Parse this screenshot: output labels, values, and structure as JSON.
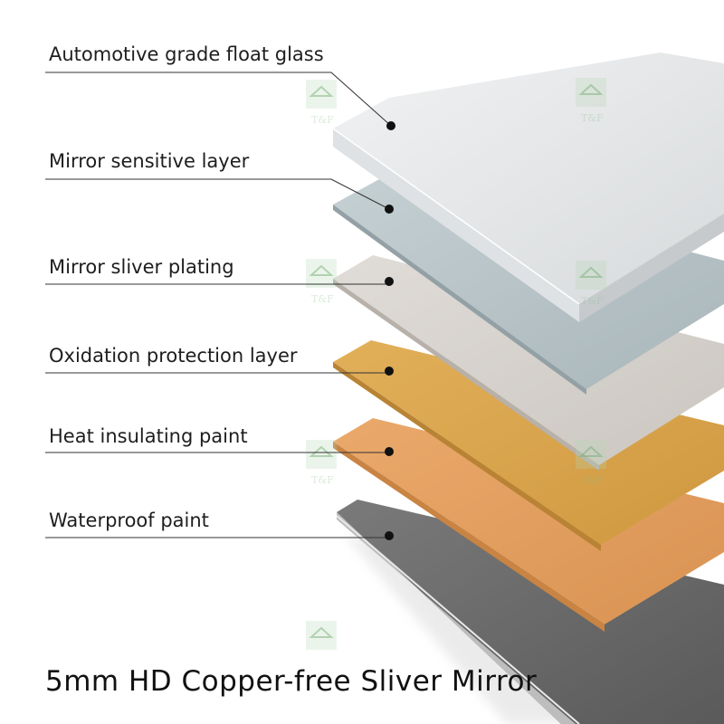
{
  "layers": [
    {
      "name": "Automotive grade float glass",
      "color": "#e6e8ea"
    },
    {
      "name": "Mirror sensitive layer",
      "color": "#b9c4c8"
    },
    {
      "name": "Mirror sliver plating",
      "color": "#d6d2cd"
    },
    {
      "name": "Oxidation protection layer",
      "color": "#d9a44e"
    },
    {
      "name": "Heat insulating paint",
      "color": "#e3a062"
    },
    {
      "name": "Waterproof paint",
      "color": "#6b6b6b"
    }
  ],
  "title": "5mm HD Copper-free Sliver Mirror",
  "watermark": "T&F"
}
